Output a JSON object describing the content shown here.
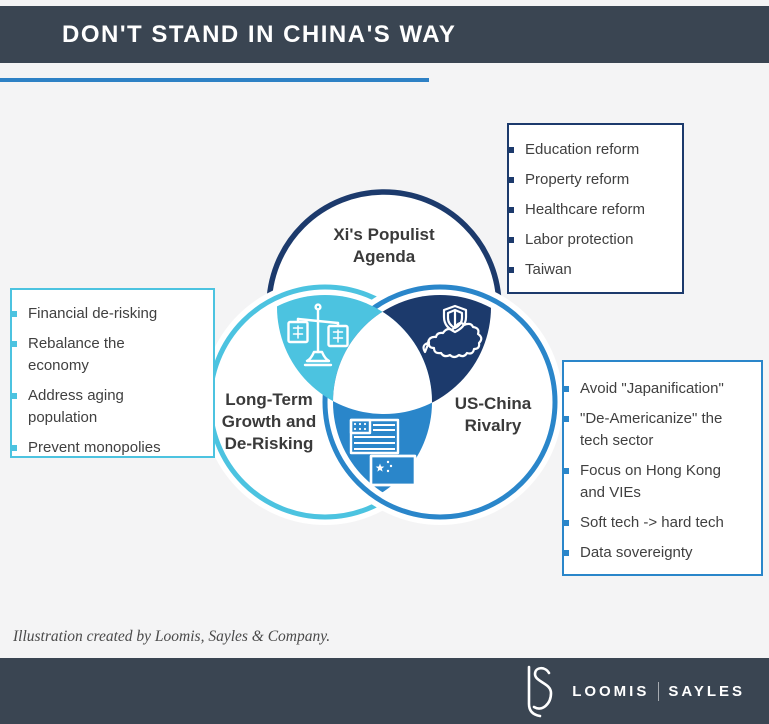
{
  "header": {
    "title": "DON'T STAND IN CHINA'S WAY"
  },
  "venn": {
    "top_circle": {
      "label": "Xi's Populist\nAgenda"
    },
    "left_circle": {
      "label": "Long-Term\nGrowth and\nDe-Risking"
    },
    "right_circle": {
      "label": "US-China\nRivalry"
    },
    "icons": {
      "top_left_overlap": "balance-scales-icon",
      "top_right_overlap": "shield-china-map-icon",
      "bottom_overlap": "us-china-flags-icon"
    }
  },
  "callouts": {
    "top": {
      "items": [
        "Education reform",
        "Property reform",
        "Healthcare reform",
        "Labor protection",
        "Taiwan"
      ]
    },
    "left": {
      "items": [
        "Financial de-risking",
        "Rebalance the economy",
        "Address aging population",
        "Prevent monopolies"
      ]
    },
    "right": {
      "items": [
        "Avoid \"Japanification\"",
        "\"De-Americanize\" the tech sector",
        "Focus on Hong Kong and VIEs",
        "Soft tech -> hard tech",
        "Data sovereignty"
      ]
    }
  },
  "caption": "Illustration created by Loomis, Sayles & Company.",
  "footer": {
    "monogram": "LS",
    "brand_left": "LOOMIS",
    "brand_right": "SAYLES"
  },
  "colors": {
    "header_bg": "#3a4552",
    "accent_line": "#2e81c5",
    "page_bg": "#f4f4f5",
    "navy": "#1c3a6c",
    "cyan": "#4cc3e0",
    "blue": "#2a86ca",
    "text": "#404040"
  }
}
